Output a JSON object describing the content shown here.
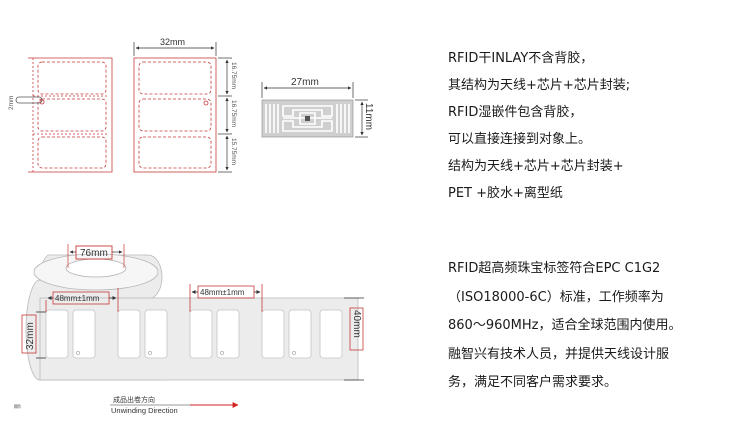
{
  "top_diagram": {
    "width_label": "32mm",
    "side_label": "2mm",
    "heights": [
      "16.75mm",
      "16.75mm",
      "15.75mm"
    ]
  },
  "inlay_diagram": {
    "width_label": "27mm",
    "height_label": "11mm"
  },
  "roll_diagram": {
    "core_label": "76mm",
    "pitch_label_left": "48mm±1mm",
    "pitch_label_right": "48mm±1mm",
    "tag_height_label": "32mm",
    "web_height_label": "40mm",
    "direction_cn": "成品出卷方向",
    "direction_en": "Unwinding Direction",
    "corner_mark": "㎜"
  },
  "description_top": [
    "RFID干INLAY不含背胶，",
    "其结构为天线+芯片+芯片封装;",
    "RFID湿嵌件包含背胶，",
    "可以直接连接到对象上。",
    "结构为天线+芯片+芯片封装+",
    "PET +胶水+离型纸"
  ],
  "description_bottom": [
    "RFID超高频珠宝标签符合EPC C1G2",
    "（ISO18000-6C）标准，工作频率为",
    "860～960MHz，适合全球范围内使用。",
    "融智兴有技术人员，并提供天线设计服",
    "务，满足不同客户需求要求。"
  ],
  "colors": {
    "outline": "#c83a3a",
    "dashed": "#e07070",
    "dimension": "#333333",
    "inlay_fill": "#cfcfcf",
    "roll_fill": "#ececec",
    "arrow": "#d02020"
  }
}
